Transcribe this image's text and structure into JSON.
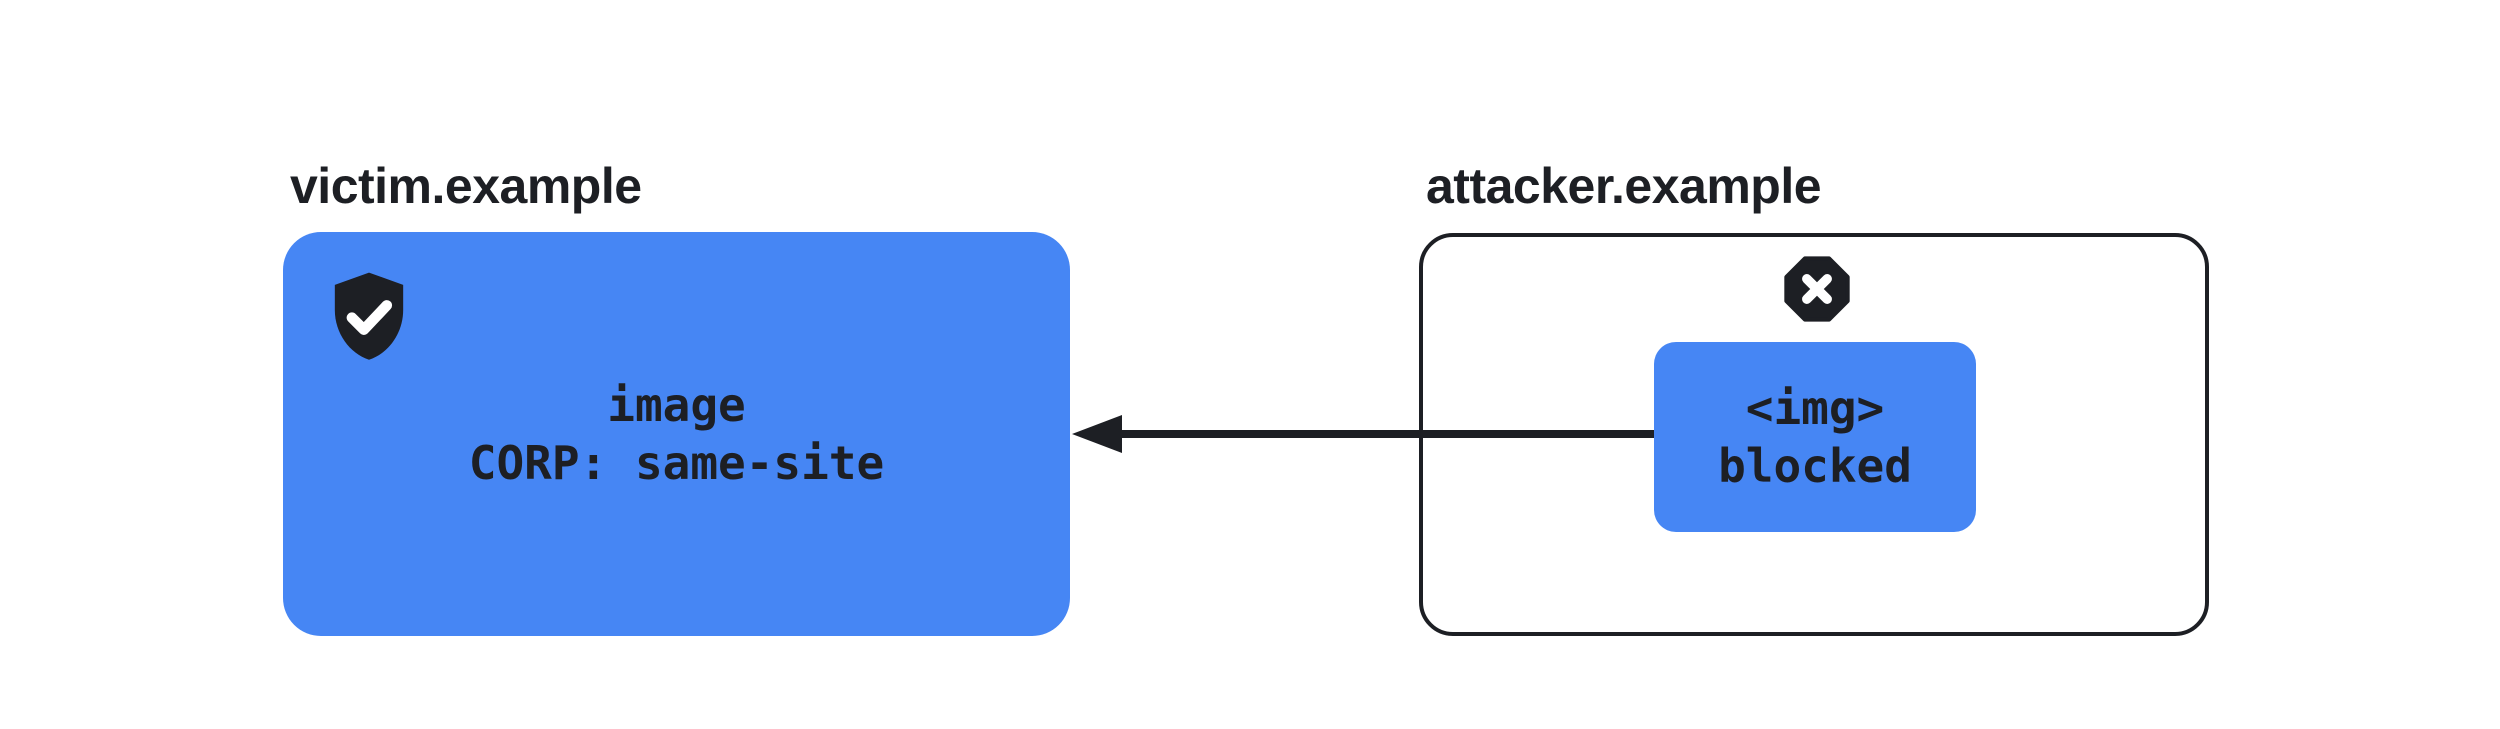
{
  "victim": {
    "domain_label": "victim.example",
    "icon": "shield-check-icon",
    "box_lines": [
      "image",
      "CORP: same-site"
    ]
  },
  "attacker": {
    "domain_label": "attacker.example",
    "icon": "blocked-octagon-icon",
    "box_lines": [
      "<img>",
      "blocked"
    ]
  },
  "arrow": {
    "from": "attacker.example",
    "to": "victim.example",
    "direction": "right-to-left"
  },
  "colors": {
    "box_blue": "#4686F4",
    "ink": "#1D1F24",
    "background": "#FFFFFF"
  }
}
